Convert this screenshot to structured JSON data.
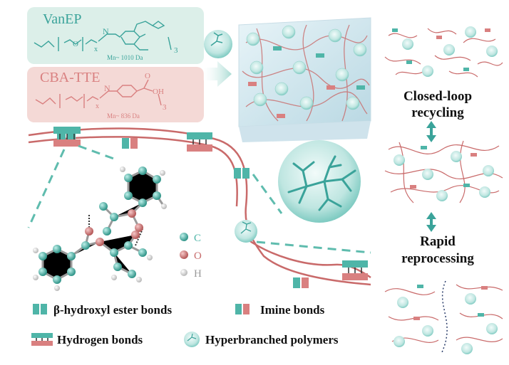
{
  "monomers": {
    "vanep": {
      "name": "VanEP",
      "mn": "Mn~ 1010 Da",
      "sub_x": "x",
      "sub_3": "3",
      "atom_n": "N",
      "color": "#3aa39a"
    },
    "cba": {
      "name": "CBA-TTE",
      "mn": "Mn~ 836 Da",
      "sub_x": "x",
      "sub_3": "3",
      "atom_n": "N",
      "atom_o": "O",
      "atom_oh": "OH",
      "color": "#d98080"
    }
  },
  "process": {
    "closed_loop": "Closed-loop\nrecycling",
    "rapid": "Rapid\nreprocessing"
  },
  "atoms": {
    "c": {
      "label": "C",
      "color": "#4fb5a8"
    },
    "o": {
      "label": "O",
      "color": "#c76b6b"
    },
    "h": {
      "label": "H",
      "color": "#e6e6e6"
    }
  },
  "legend": {
    "ester": "β-hydroxyl ester bonds",
    "imine": "Imine bonds",
    "hbond": "Hydrogen bonds",
    "hyper": "Hyperbranched polymers"
  },
  "colors": {
    "teal": "#4fb5a8",
    "pink": "#d98080",
    "chain": "#c96a6a",
    "dash": "#5fbcae"
  }
}
